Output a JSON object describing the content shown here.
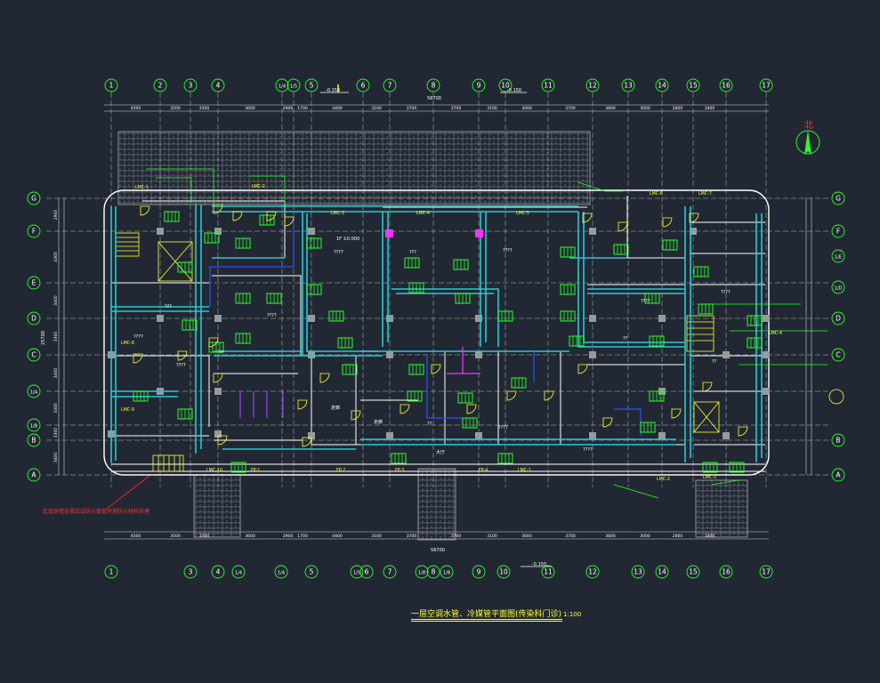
{
  "drawing": {
    "title": "一层空调水管、冷媒管平面图(传染科门诊)",
    "scale": "1:100",
    "north_label": "北",
    "red_note": "此管穿墙处需加设防火套管并用防火材料封堵",
    "levels": {
      "top_a": "-0.150",
      "top_b": "-0.150",
      "bottom": "-0.150",
      "room_level": "1F ±0.000"
    }
  },
  "grids": {
    "columns_top": [
      "1",
      "2",
      "3",
      "4",
      "1/4",
      "1/5",
      "5",
      "6",
      "7",
      "8",
      "9",
      "10",
      "11",
      "12",
      "13",
      "14",
      "15",
      "16",
      "17"
    ],
    "columns_bottom": [
      "1",
      "3",
      "4",
      "1/4",
      "1/4",
      "5",
      "1/5",
      "6",
      "7",
      "1/8",
      "8",
      "1/8",
      "9",
      "10",
      "11",
      "12",
      "13",
      "14",
      "15",
      "16",
      "17"
    ],
    "rows_left": [
      "G",
      "F",
      "E",
      "D",
      "C",
      "1/A",
      "1/B",
      "B",
      "A"
    ],
    "rows_right": [
      "G",
      "F",
      "1/E",
      "1/D",
      "D",
      "C",
      "B",
      "A"
    ],
    "top_dimensions": [
      "4500",
      "3500",
      "3300",
      "3600",
      "2900",
      "1700",
      "4400",
      "3100",
      "3700",
      "3700",
      "3100",
      "3000",
      "3700",
      "3800",
      "3000",
      "2800",
      "3400"
    ],
    "left_dimensions": [
      "2900",
      "4300",
      "3400",
      "3300",
      "3400",
      "3300",
      "3300",
      "3400"
    ],
    "overall_width": "56700",
    "overall_height": "25700"
  },
  "colors": {
    "background": "#222833",
    "grid_line": "#cfcfcf",
    "wall": "#ffffff",
    "pipe_cyan": "#28c8d8",
    "pipe_green": "#28ff28",
    "pipe_blue": "#2b50ff",
    "label_yellow": "#ffff33",
    "magenta": "#ff33ff",
    "red": "#ff3030"
  },
  "labels": {
    "unit_tags": [
      "LMC-1",
      "LMC-2",
      "LMC-3",
      "LMC-4",
      "LMC-5",
      "LMC-6",
      "LMC-7",
      "LMC-8",
      "LMC-9",
      "LMC-10",
      "FP-1",
      "FP-2",
      "FP-3",
      "FP-4"
    ],
    "rooms": [
      "????",
      "???",
      "??",
      "走廊",
      "大厅",
      "???"
    ]
  }
}
